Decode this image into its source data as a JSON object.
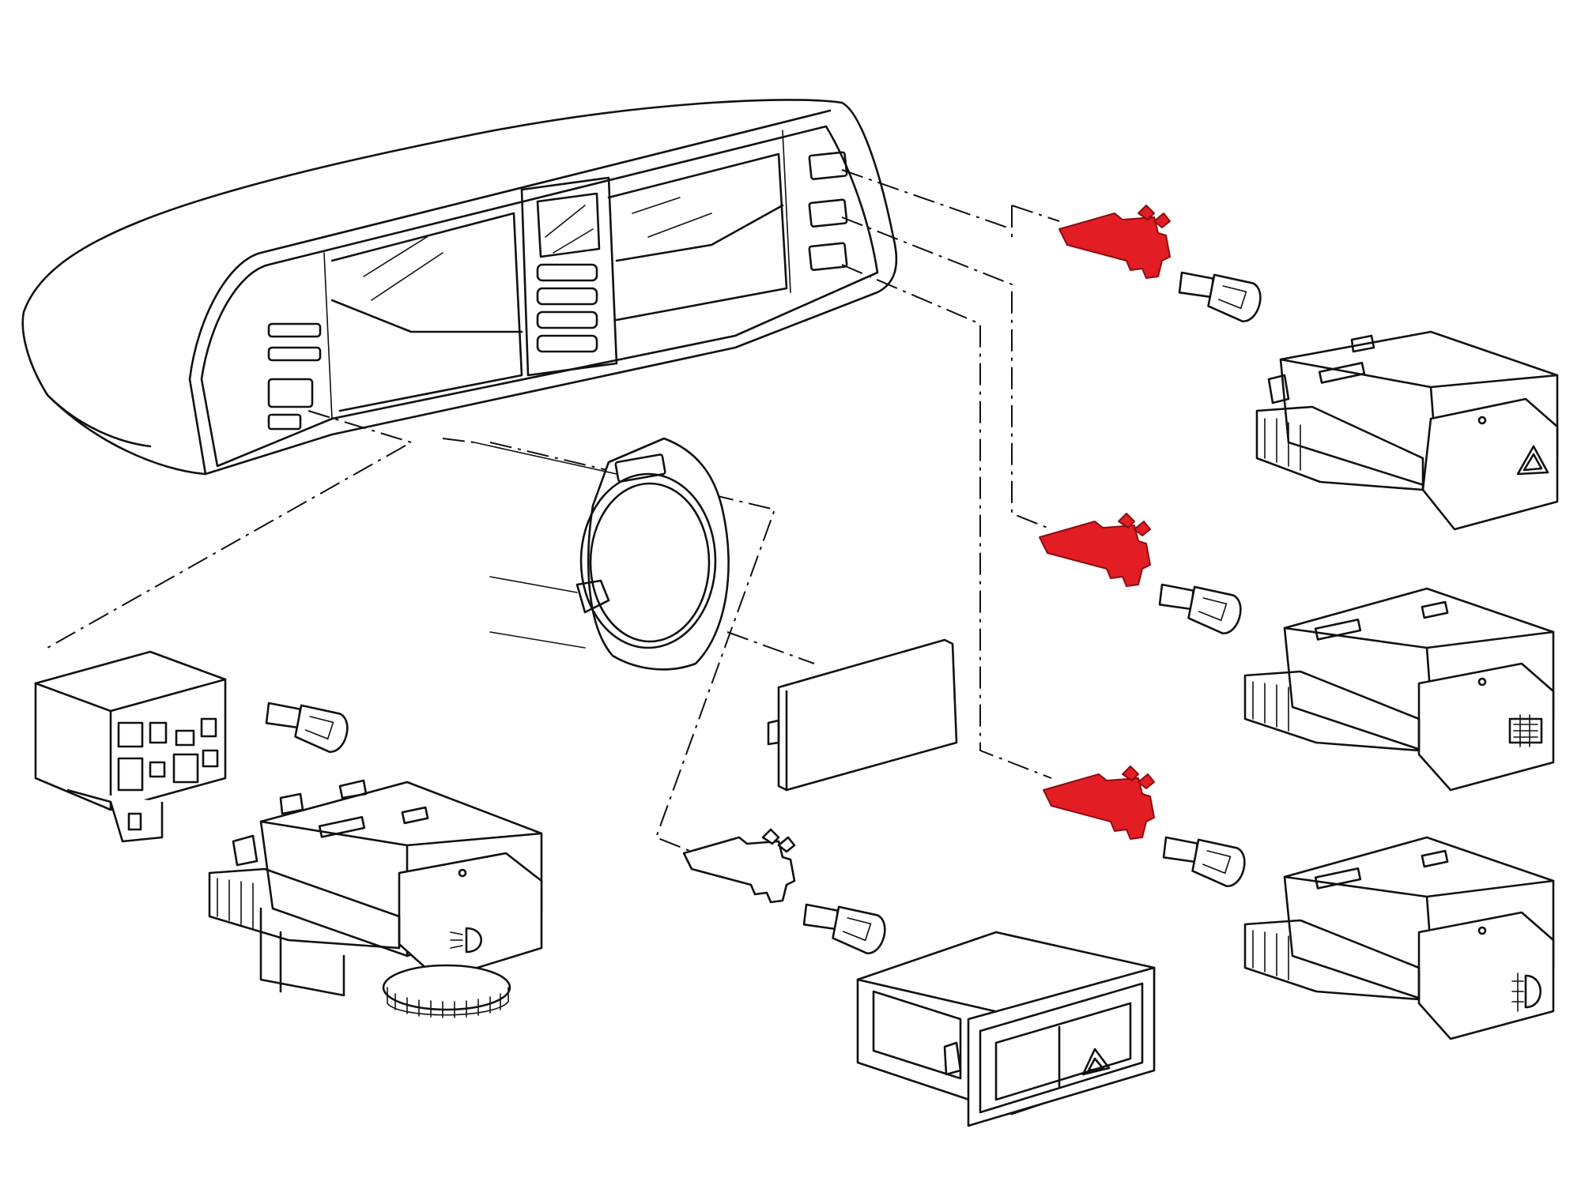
{
  "diagram": {
    "highlight_color": "#e31d24",
    "line_color": "#111111",
    "background_color": "#ffffff",
    "parts": [
      {
        "id": "instrument-cluster-housing",
        "kind": "housing"
      },
      {
        "id": "bulb-holder-1",
        "kind": "bulb-holder",
        "highlighted": true
      },
      {
        "id": "bulb-holder-2",
        "kind": "bulb-holder",
        "highlighted": true
      },
      {
        "id": "bulb-holder-3",
        "kind": "bulb-holder",
        "highlighted": true
      },
      {
        "id": "bulb-holder-4",
        "kind": "bulb-holder",
        "highlighted": false
      },
      {
        "id": "hazard-switch-right",
        "kind": "rocker-switch",
        "icon": "hazard-triangle-icon"
      },
      {
        "id": "rear-defrost-switch",
        "kind": "rocker-switch",
        "icon": "rear-defrost-icon"
      },
      {
        "id": "fog-light-switch",
        "kind": "rocker-switch",
        "icon": "rear-fog-icon"
      },
      {
        "id": "headlight-switch",
        "kind": "rotary-switch",
        "icon": "headlight-icon"
      },
      {
        "id": "hazard-switch-front",
        "kind": "rocker-switch",
        "icon": "hazard-triangle-icon"
      },
      {
        "id": "switch-connector",
        "kind": "connector"
      },
      {
        "id": "blank-cover-plate",
        "kind": "cover"
      },
      {
        "id": "steering-column-trim-ring",
        "kind": "trim"
      }
    ]
  }
}
